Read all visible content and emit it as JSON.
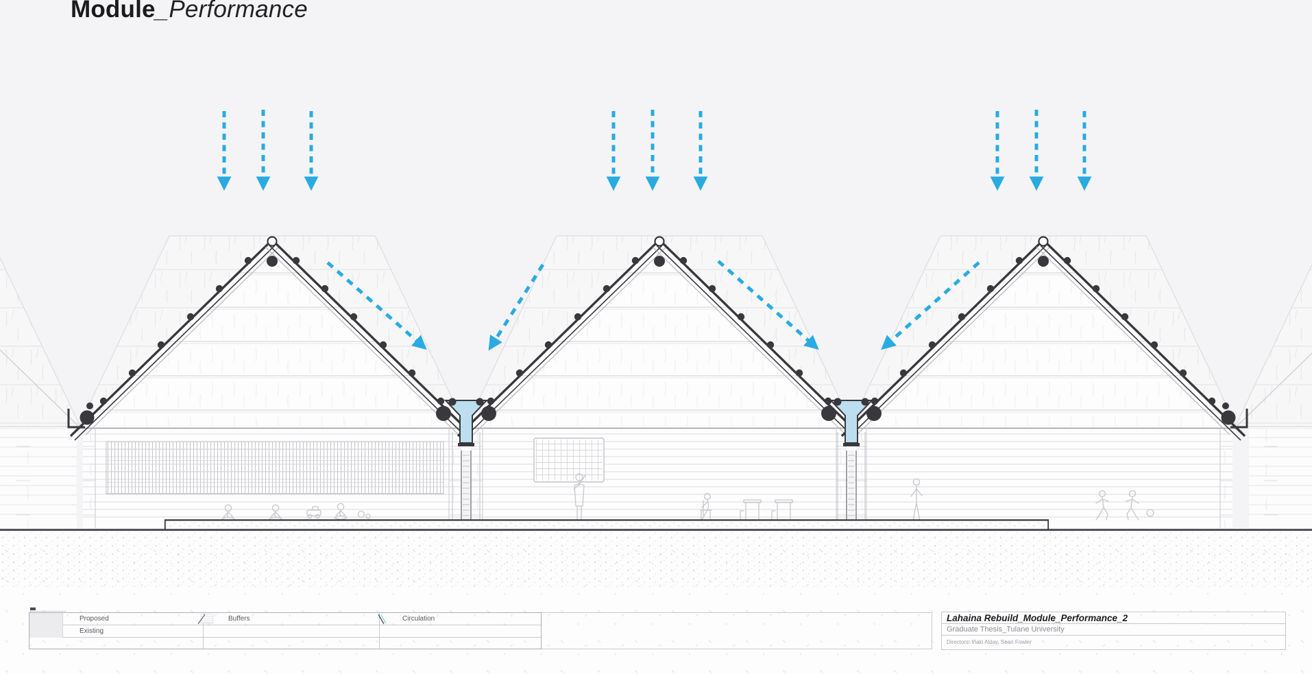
{
  "sheet": {
    "title_bold": "Module",
    "title_italic": "_Performance"
  },
  "legend": {
    "proposed_label": "Proposed",
    "existing_label": "Existing",
    "buffers_label": "Buffers",
    "circulation_label": "Circulation"
  },
  "title_block": {
    "project_title": "Lahaina Rebuild_Module_Performance_2",
    "program_line": "Graduate Thesis_Tulane University",
    "directors_line": "Directors: Iñaki Alday, Sean Fowler"
  },
  "colors": {
    "accent_blue": "#29ABE2",
    "water_blue": "#BCDEEF",
    "structure_dark": "#38383D",
    "sky_gray": "#F4F4F6"
  },
  "annotations": {
    "module_count": 3,
    "rain_arrows_per_module": 3,
    "roof_runoff_arrows": 4
  }
}
